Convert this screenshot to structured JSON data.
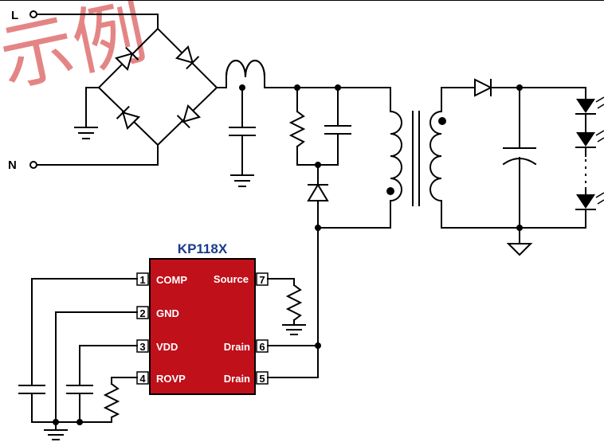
{
  "terminals": {
    "line": "L",
    "neutral": "N"
  },
  "chip": {
    "name": "KP118X",
    "body_color": "#c0101a",
    "name_color": "#1a3a8a",
    "pins": [
      {
        "num": "1",
        "label": "COMP"
      },
      {
        "num": "2",
        "label": "GND"
      },
      {
        "num": "3",
        "label": "VDD"
      },
      {
        "num": "4",
        "label": "ROVP"
      },
      {
        "num": "7",
        "label": "Source"
      },
      {
        "num": "6",
        "label": "Drain"
      },
      {
        "num": "5",
        "label": "Drain"
      }
    ]
  },
  "watermark": {
    "text": "示例",
    "color": "#e07070"
  }
}
